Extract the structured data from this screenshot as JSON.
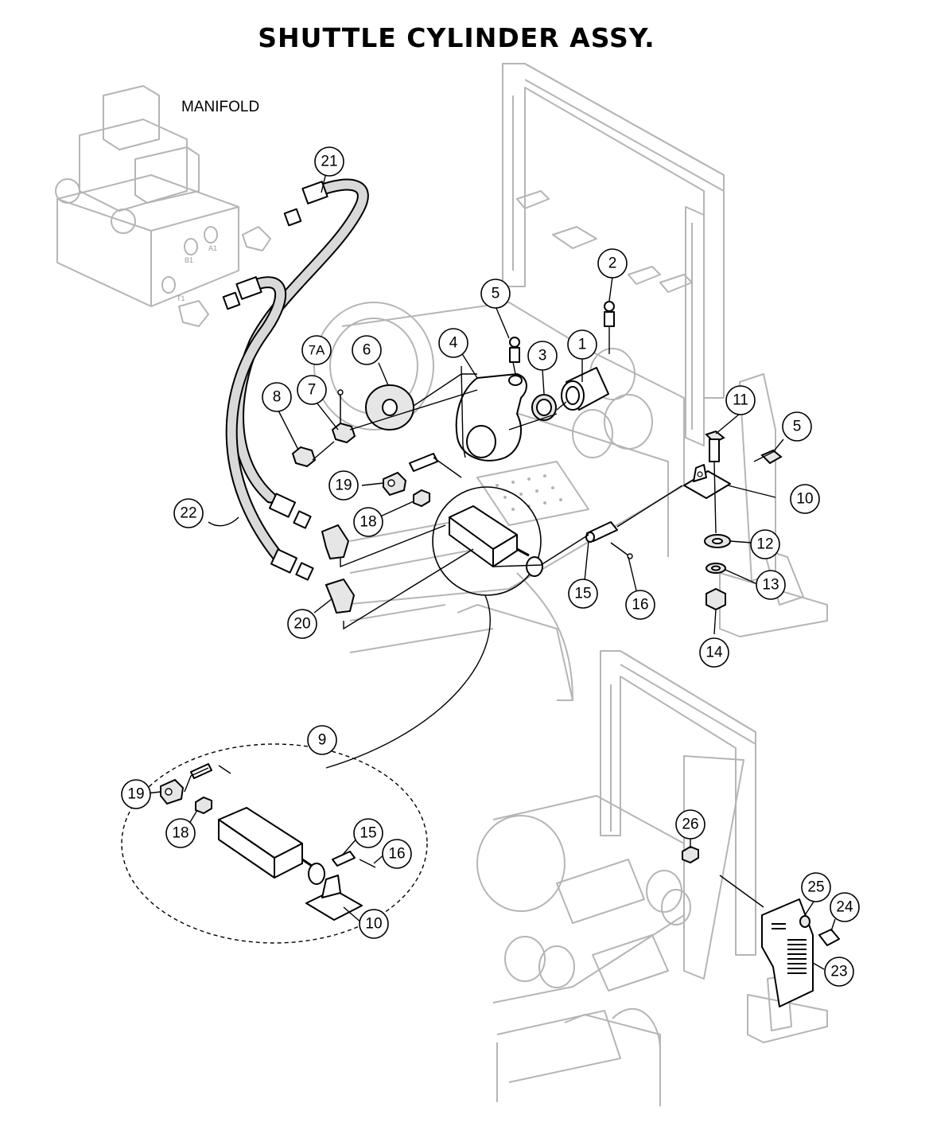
{
  "title": "SHUTTLE CYLINDER ASSY.",
  "labels": {
    "manifold": "MANIFOLD",
    "port_b1": "B1",
    "port_a1": "A1",
    "port_t1": "T1"
  },
  "callouts": {
    "c1": "1",
    "c2": "2",
    "c3": "3",
    "c4": "4",
    "c5a": "5",
    "c5b": "5",
    "c6": "6",
    "c7": "7",
    "c7a": "7A",
    "c8": "8",
    "c9": "9",
    "c10a": "10",
    "c10b": "10",
    "c11": "11",
    "c12": "12",
    "c13": "13",
    "c14": "14",
    "c15a": "15",
    "c15b": "15",
    "c16a": "16",
    "c16b": "16",
    "c18a": "18",
    "c18b": "18",
    "c19a": "19",
    "c19b": "19",
    "c20": "20",
    "c21": "21",
    "c22": "22",
    "c23": "23",
    "c24": "24",
    "c25": "25",
    "c26": "26"
  }
}
